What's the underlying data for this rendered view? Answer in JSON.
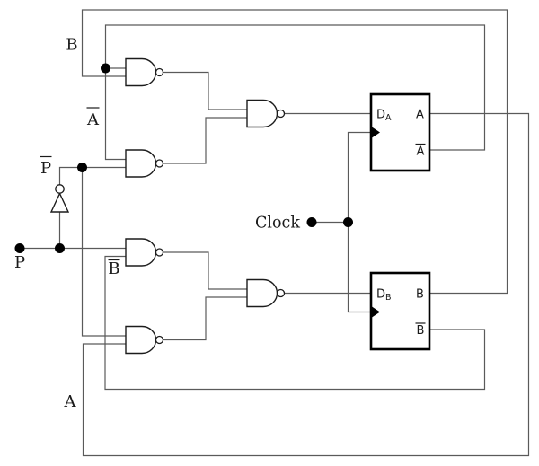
{
  "circuit": {
    "node_labels": {
      "b": {
        "text": "B",
        "overline": false
      },
      "a_bar": {
        "text": "A",
        "overline": true
      },
      "p_bar": {
        "text": "P",
        "overline": true
      },
      "p": {
        "text": "P",
        "overline": false
      },
      "b_bar": {
        "text": "B",
        "overline": true
      },
      "a": {
        "text": "A",
        "overline": false
      },
      "clock": {
        "text": "Clock",
        "overline": false
      }
    },
    "flipflop_a": {
      "d_main": "D",
      "d_sub": "A",
      "q": "A",
      "q_bar": "A",
      "q_bar_overline": true
    },
    "flipflop_b": {
      "d_main": "D",
      "d_sub": "B",
      "q": "B",
      "q_bar": "B",
      "q_bar_overline": true
    },
    "components": {
      "nand_gates": 6,
      "inverters": 1,
      "d_flipflops": 2
    },
    "colors": {
      "wire": "#5a5a5a",
      "outline": "#1c1c1c",
      "dot": "#000000",
      "text": "#1a1a1a",
      "ff_border": "#000000",
      "background": "#ffffff"
    }
  }
}
